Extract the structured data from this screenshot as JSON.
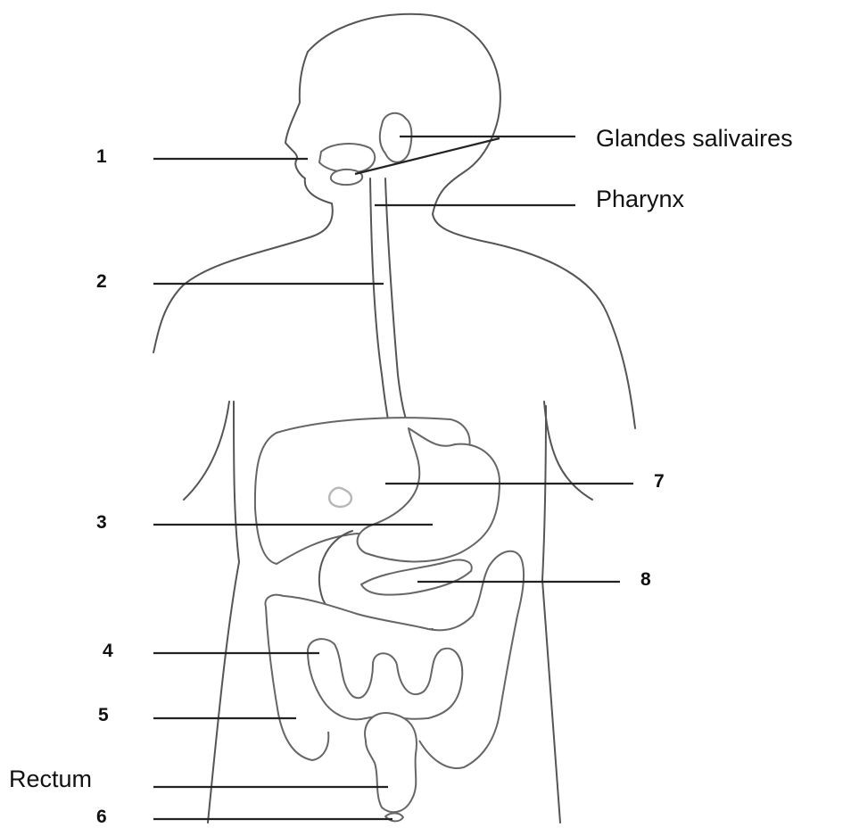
{
  "labels": {
    "n1": "1",
    "n2": "2",
    "n3": "3",
    "n4": "4",
    "n5": "5",
    "n6": "6",
    "n7": "7",
    "n8": "8",
    "glandes": "Glandes salivaires",
    "pharynx": "Pharynx",
    "rectum": "Rectum"
  },
  "colors": {
    "outline": "#555555",
    "leader": "#222222",
    "text": "#111111"
  }
}
